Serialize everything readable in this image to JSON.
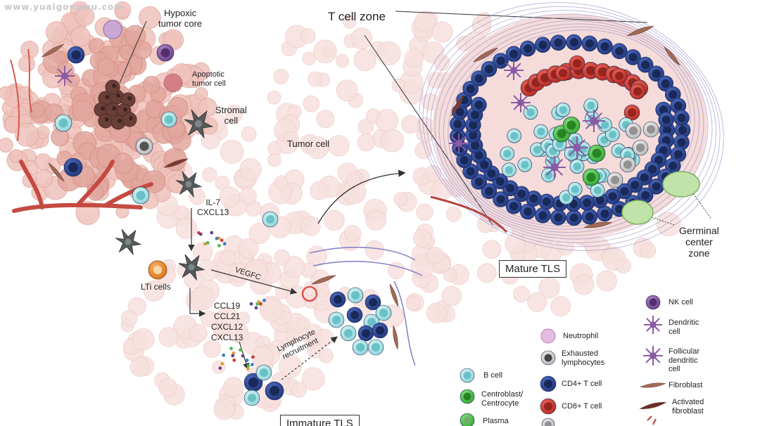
{
  "watermark": "www.yuaigongwu.com",
  "labels": {
    "hypoxic_core": "Hypoxic\ntumor core",
    "apoptotic": "Apoptotic\ntumor cell",
    "stromal": "Stromal\ncell",
    "tumor_cell": "Tumor cell",
    "t_cell_zone": "T cell zone",
    "germinal_center": "Germinal\ncenter\nzone",
    "mature_tls": "Mature TLS",
    "immature_tls": "Immature TLS",
    "lti_cells": "LTi cells",
    "il7": "IL-7\nCXCL13",
    "vegfc": "VEGFC",
    "ccl": "CCL19\nCCL21\nCXCL12\nCXCL13",
    "lymph_recruit": "Lymphocyte\nrecruitment"
  },
  "legend": {
    "neutrophil": "Neutrophil",
    "exhausted": "Exhausted\nlymphocytes",
    "cd4": "CD4+ T cell",
    "cd8": "CD8+ T cell",
    "b_cell": "B cell",
    "centroblast": "Centroblast/\nCentrocyte",
    "plasma": "Plasma",
    "nk": "NK cell",
    "dendritic": "Dendritic\ncell",
    "follicular": "Follicular\ndendritic\ncell",
    "fibroblast": "Fibroblast",
    "activated_fibroblast": "Activated\nfibroblast"
  },
  "colors": {
    "tumor_bg": "#f7e1df",
    "hypoxic_bg": "#e2a79e",
    "cd4": "#2d4a9a",
    "cd8": "#d63b32",
    "b_cell": "#a6e0e3",
    "centroblast": "#4dc24a",
    "nk": "#8b5aa6",
    "lti": "#e88a2e",
    "stromal": "#555a5c",
    "fibroblast": "#a16a57",
    "vessel": "#c44a42",
    "lymph_vessel": "#8a84c8"
  }
}
